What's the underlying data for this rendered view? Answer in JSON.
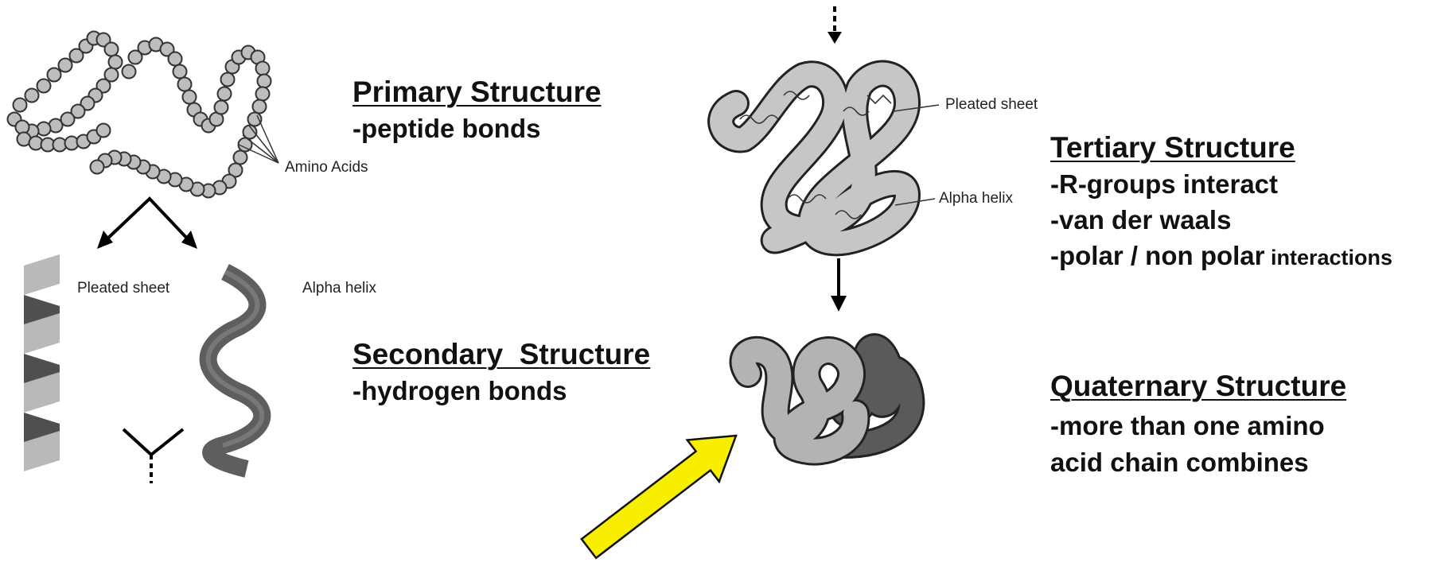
{
  "labels": {
    "amino_acids": "Amino Acids",
    "pleated_sheet_secondary": "Pleated sheet",
    "alpha_helix_secondary": "Alpha helix",
    "pleated_sheet_tertiary": "Pleated sheet",
    "alpha_helix_tertiary": "Alpha helix"
  },
  "primary": {
    "title": "Primary Structure",
    "line1": "-peptide bonds"
  },
  "secondary": {
    "title": "Secondary  Structure",
    "line1": "-hydrogen bonds"
  },
  "tertiary": {
    "title": "Tertiary Structure",
    "line1": "-R-groups interact",
    "line2": "-van der waals",
    "line3_bold": "-polar / non polar",
    "line3_small": " interactions"
  },
  "quaternary": {
    "title": "Quaternary Structure",
    "line1": "-more than one amino",
    "line2": "acid chain combines"
  },
  "colors": {
    "highlight_arrow": "#f7ee00",
    "bead_fill": "#bdbdbd",
    "dark_chain": "#5a5a5a",
    "light_chain": "#b3b3b3"
  }
}
